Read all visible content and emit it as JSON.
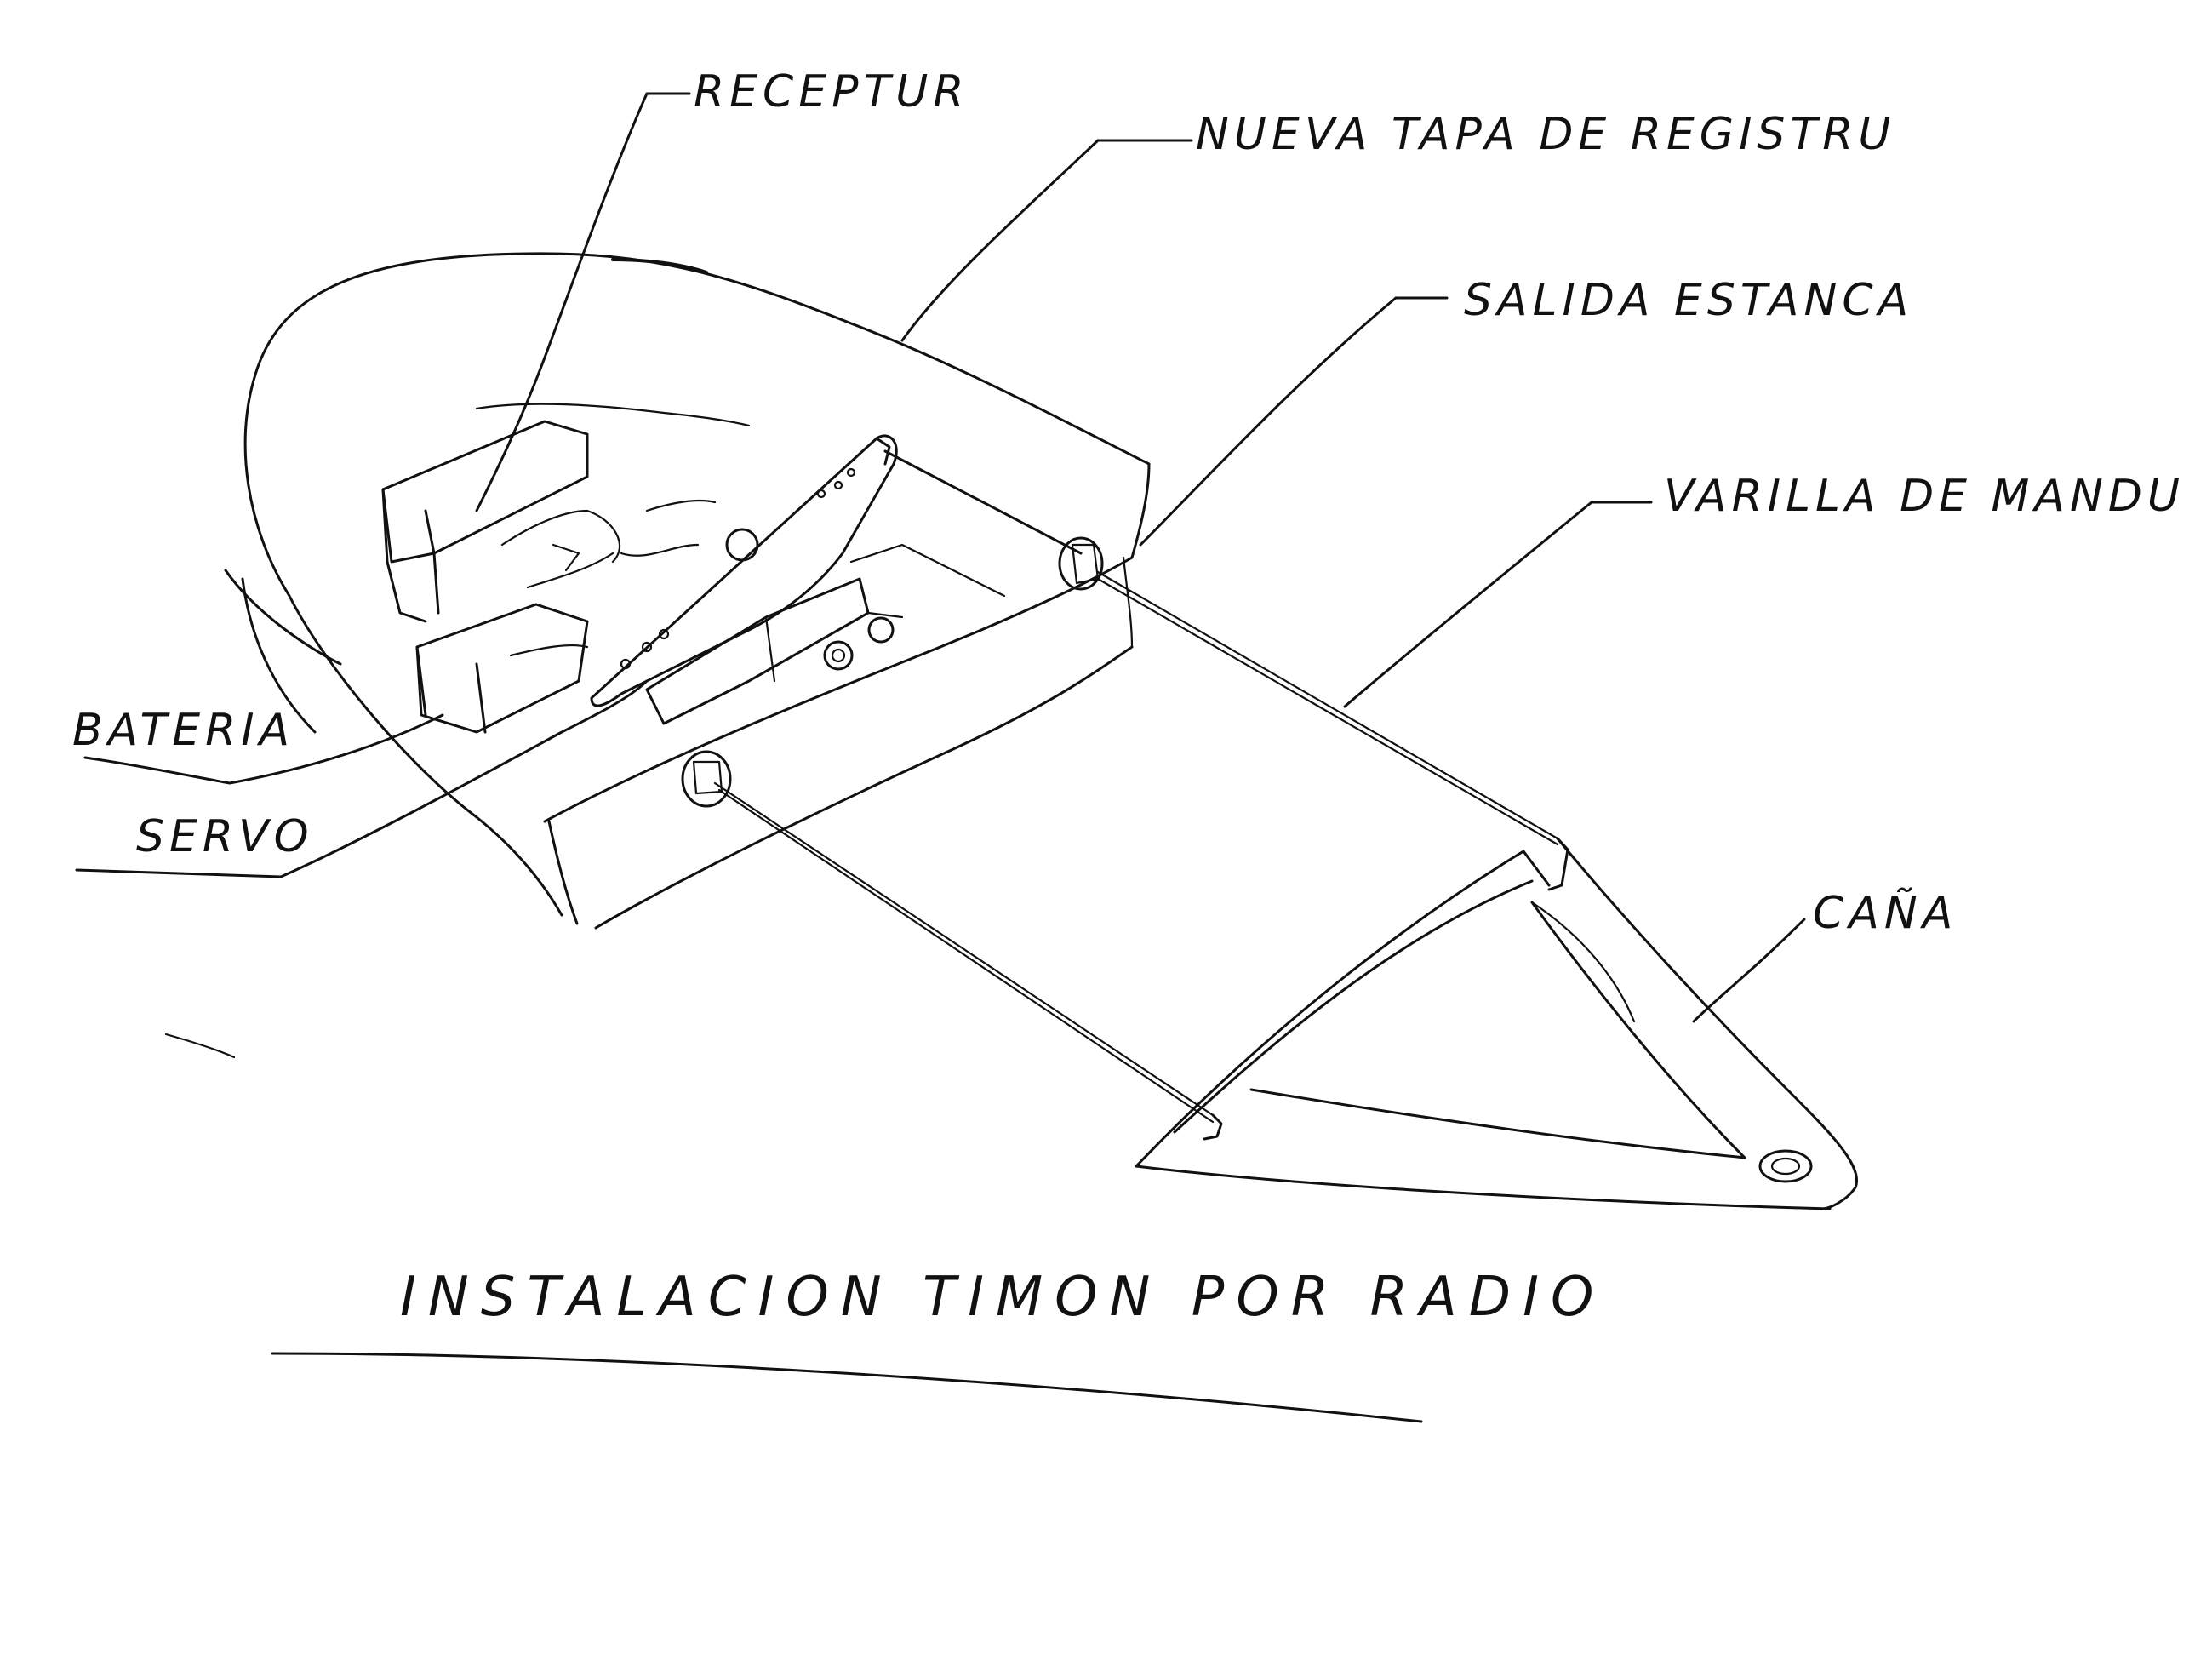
{
  "diagram": {
    "title": "INSTALACION TIMON POR RADIO",
    "labels": {
      "receptor": "RECEPTUR",
      "tapa": "NUEVA TAPA DE REGISTRU",
      "salida": "SALIDA ESTANCA",
      "varilla": "VARILLA DE MANDU",
      "bateria": "BATERIA",
      "servo": "SERVO",
      "cana": "CAÑA"
    },
    "ink_color": "#111111",
    "background_color": "#ffffff"
  }
}
